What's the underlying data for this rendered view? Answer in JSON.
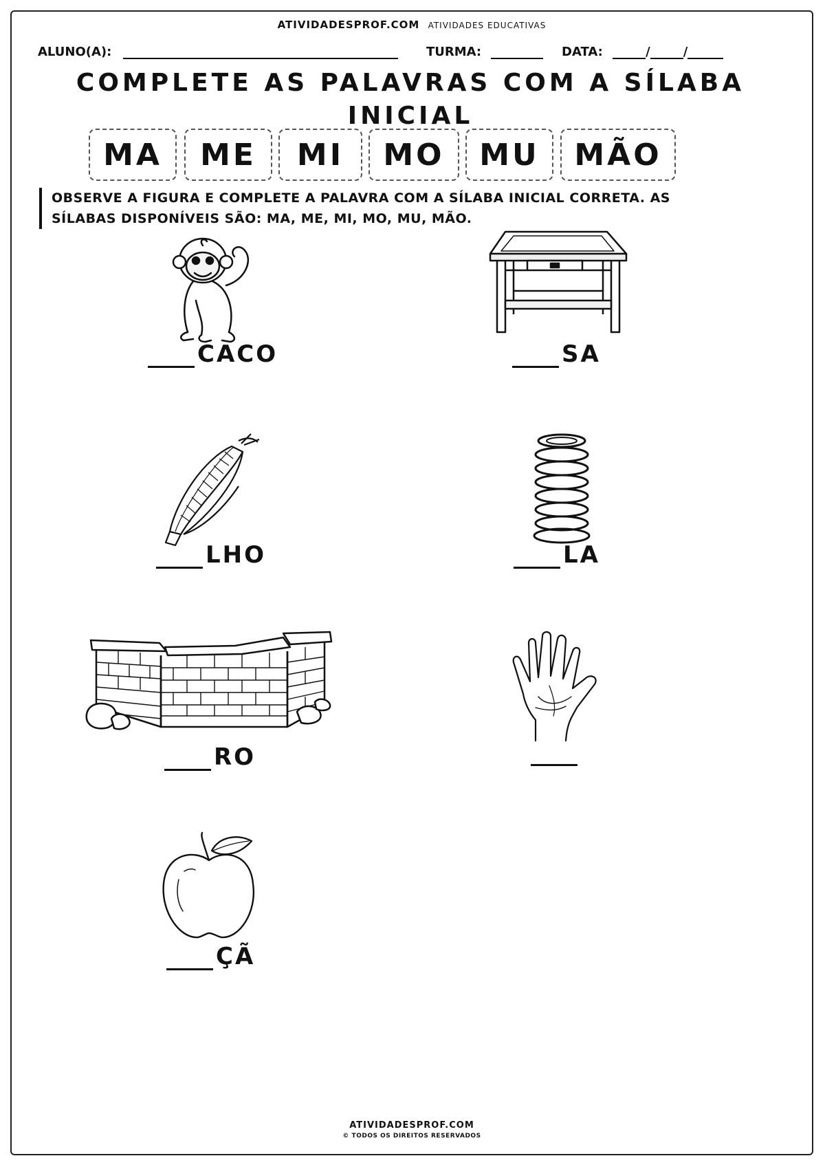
{
  "header": {
    "site": "ATIVIDADESPROF.COM",
    "site_sub": "ATIVIDADES EDUCATIVAS",
    "aluno_label": "ALUNO(A):",
    "turma_label": "TURMA:",
    "data_label": "DATA:"
  },
  "title_line1": "COMPLETE AS PALAVRAS COM A SÍLABA",
  "title_line2": "INICIAL",
  "syllables": [
    "MA",
    "ME",
    "MI",
    "MO",
    "MU",
    "MÃO"
  ],
  "instruction_line1": "OBSERVE A FIGURA E COMPLETE A PALAVRA COM A SÍLABA INICIAL CORRETA. AS",
  "instruction_line2": "SÍLABAS DISPONÍVEIS SÃO: MA, ME, MI, MO, MU, MÃO.",
  "items": [
    {
      "picture": "monkey-picture",
      "suffix": "CACO"
    },
    {
      "picture": "table-picture",
      "suffix": "SA"
    },
    {
      "picture": "corn-picture",
      "suffix": "LHO"
    },
    {
      "picture": "spring-picture",
      "suffix": "LA"
    },
    {
      "picture": "wall-picture",
      "suffix": "RO"
    },
    {
      "picture": "hand-picture",
      "suffix": ""
    },
    {
      "picture": "apple-picture",
      "suffix": "ÇÃ"
    }
  ],
  "footer": {
    "site": "ATIVIDADESPROF.COM",
    "rights": "© TODOS OS DIREITOS RESERVADOS"
  }
}
